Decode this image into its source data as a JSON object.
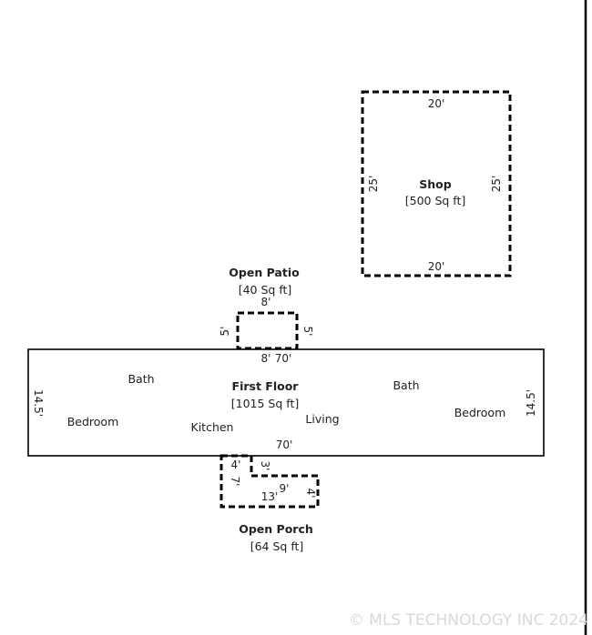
{
  "shop": {
    "name": "Shop",
    "area": "[500 Sq ft]",
    "dim_top": "20'",
    "dim_bottom": "20'",
    "dim_left": "25'",
    "dim_right": "25'"
  },
  "open_patio": {
    "name": "Open Patio",
    "area": "[40 Sq ft]",
    "dim_top": "8'",
    "dim_bottom": "8'",
    "dim_left": "5'",
    "dim_right": "5'"
  },
  "first_floor": {
    "name": "First Floor",
    "area": "[1015 Sq ft]",
    "dim_top": "70'",
    "dim_bottom": "70'",
    "dim_left": "14.5'",
    "dim_right": "14.5'",
    "rooms": {
      "bath_left": "Bath",
      "bedroom_left": "Bedroom",
      "kitchen": "Kitchen",
      "living": "Living",
      "bath_right": "Bath",
      "bedroom_right": "Bedroom"
    }
  },
  "open_porch": {
    "name": "Open Porch",
    "area": "[64 Sq ft]",
    "dim_4_top": "4'",
    "dim_3": "3'",
    "dim_7": "7'",
    "dim_9": "9'",
    "dim_4_right": "4'",
    "dim_13": "13'"
  },
  "watermark": "© MLS TECHNOLOGY INC 2024"
}
